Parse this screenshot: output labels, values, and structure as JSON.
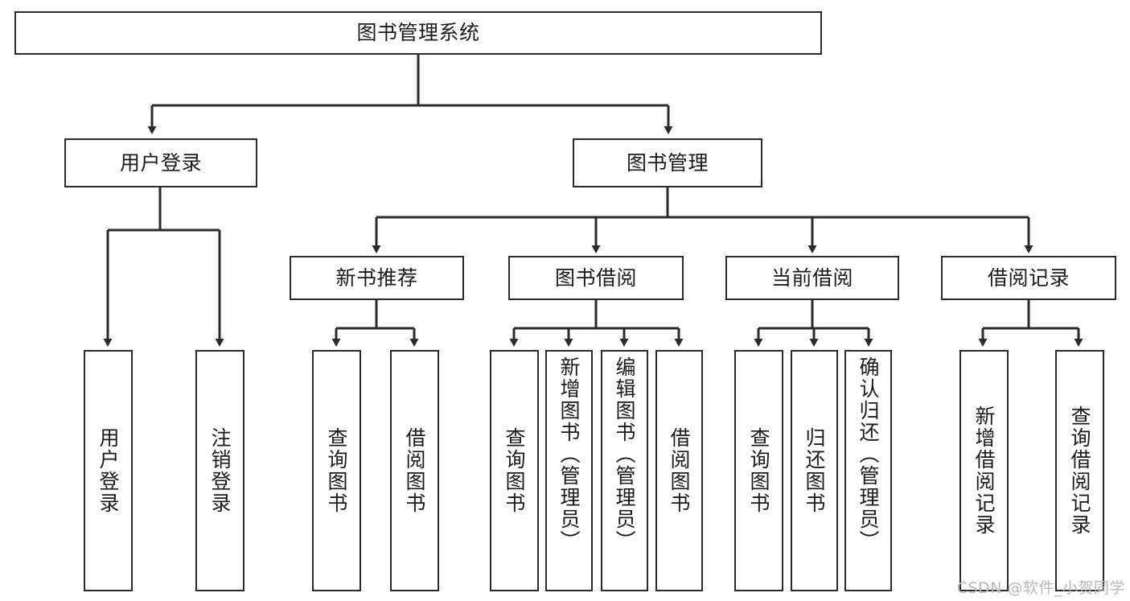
{
  "diagram": {
    "title": "图书管理系统",
    "watermark": "CSDN @软件_小贺同学",
    "line_color": "#2b2b2b",
    "box_border_color": "#2b2b2b",
    "box_fill_color": "#ffffff",
    "background_color": "#ffffff",
    "watermark_color": "#b9b9b9"
  },
  "nodes": {
    "root": {
      "label": "图书管理系统"
    },
    "level1": [
      {
        "id": "user-login",
        "label": "用户登录"
      },
      {
        "id": "book-management",
        "label": "图书管理"
      }
    ],
    "level2": [
      {
        "id": "new-book-recommend",
        "label": "新书推荐"
      },
      {
        "id": "book-borrow",
        "label": "图书借阅"
      },
      {
        "id": "current-borrow",
        "label": "当前借阅"
      },
      {
        "id": "borrow-record",
        "label": "借阅记录"
      }
    ],
    "leaves": [
      {
        "id": "leaf-user-login",
        "label": "用户登录",
        "parent": "user-login"
      },
      {
        "id": "leaf-logout-login",
        "label": "注销登录",
        "parent": "user-login"
      },
      {
        "id": "leaf-query-book-1",
        "label": "查询图书",
        "parent": "new-book-recommend"
      },
      {
        "id": "leaf-borrow-book-1",
        "label": "借阅图书",
        "parent": "new-book-recommend"
      },
      {
        "id": "leaf-query-book-2",
        "label": "查询图书",
        "parent": "book-borrow"
      },
      {
        "id": "leaf-add-book",
        "label": "新增图书（管理员）",
        "parent": "book-borrow"
      },
      {
        "id": "leaf-edit-book",
        "label": "编辑图书（管理员）",
        "parent": "book-borrow"
      },
      {
        "id": "leaf-borrow-book-2",
        "label": "借阅图书",
        "parent": "book-borrow"
      },
      {
        "id": "leaf-query-book-3",
        "label": "查询图书",
        "parent": "current-borrow"
      },
      {
        "id": "leaf-return-book",
        "label": "归还图书",
        "parent": "current-borrow"
      },
      {
        "id": "leaf-confirm-return",
        "label": "确认归还（管理员）",
        "parent": "current-borrow"
      },
      {
        "id": "leaf-add-record",
        "label": "新增借阅记录",
        "parent": "borrow-record"
      },
      {
        "id": "leaf-query-record",
        "label": "查询借阅记录",
        "parent": "borrow-record"
      }
    ]
  },
  "chart_data": {
    "type": "diagram",
    "subtype": "tree",
    "title": "图书管理系统",
    "orientation": "top-down",
    "tree": {
      "label": "图书管理系统",
      "children": [
        {
          "label": "用户登录",
          "children": [
            {
              "label": "用户登录"
            },
            {
              "label": "注销登录"
            }
          ]
        },
        {
          "label": "图书管理",
          "children": [
            {
              "label": "新书推荐",
              "children": [
                {
                  "label": "查询图书"
                },
                {
                  "label": "借阅图书"
                }
              ]
            },
            {
              "label": "图书借阅",
              "children": [
                {
                  "label": "查询图书"
                },
                {
                  "label": "新增图书（管理员）"
                },
                {
                  "label": "编辑图书（管理员）"
                },
                {
                  "label": "借阅图书"
                }
              ]
            },
            {
              "label": "当前借阅",
              "children": [
                {
                  "label": "查询图书"
                },
                {
                  "label": "归还图书"
                },
                {
                  "label": "确认归还（管理员）"
                }
              ]
            },
            {
              "label": "借阅记录",
              "children": [
                {
                  "label": "新增借阅记录"
                },
                {
                  "label": "查询借阅记录"
                }
              ]
            }
          ]
        }
      ]
    },
    "levels": 4,
    "node_count": 20
  }
}
